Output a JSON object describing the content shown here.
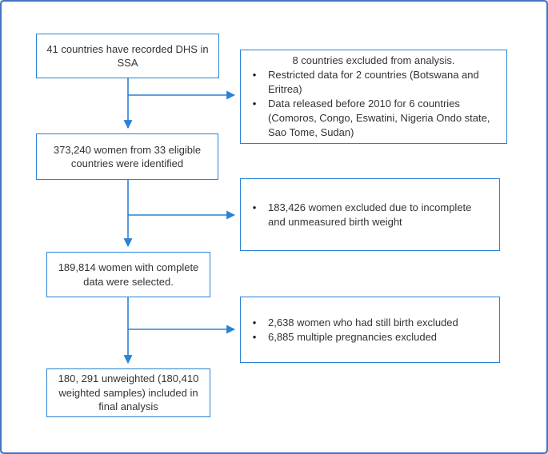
{
  "diagram": {
    "bullet_glyph": "•",
    "steps": [
      {
        "text": "41 countries have recorded DHS in SSA"
      },
      {
        "text": "373,240 women from 33 eligible countries were identified"
      },
      {
        "text": "189,814 women with complete data were selected."
      },
      {
        "text": "180, 291 unweighted (180,410 weighted samples) included in final analysis"
      }
    ],
    "exclusions": [
      {
        "title": "8 countries excluded from analysis.",
        "bullets": [
          "Restricted data for 2 countries (Botswana and Eritrea)",
          "Data released before 2010 for 6 countries (Comoros, Congo, Eswatini, Nigeria Ondo state, Sao Tome, Sudan)"
        ]
      },
      {
        "bullets": [
          "183,426 women excluded due to incomplete and unmeasured birth weight"
        ]
      },
      {
        "bullets": [
          "2,638 women who had still birth excluded",
          "6,885 multiple pregnancies excluded"
        ]
      }
    ]
  },
  "colors": {
    "box_border": "#2a82d4",
    "outer_border": "#4472c4",
    "outer_halo": "#c7d3ec",
    "connector": "#2a82d4",
    "text": "#333333",
    "bullet": "#1a1a1a",
    "background": "#ffffff"
  }
}
